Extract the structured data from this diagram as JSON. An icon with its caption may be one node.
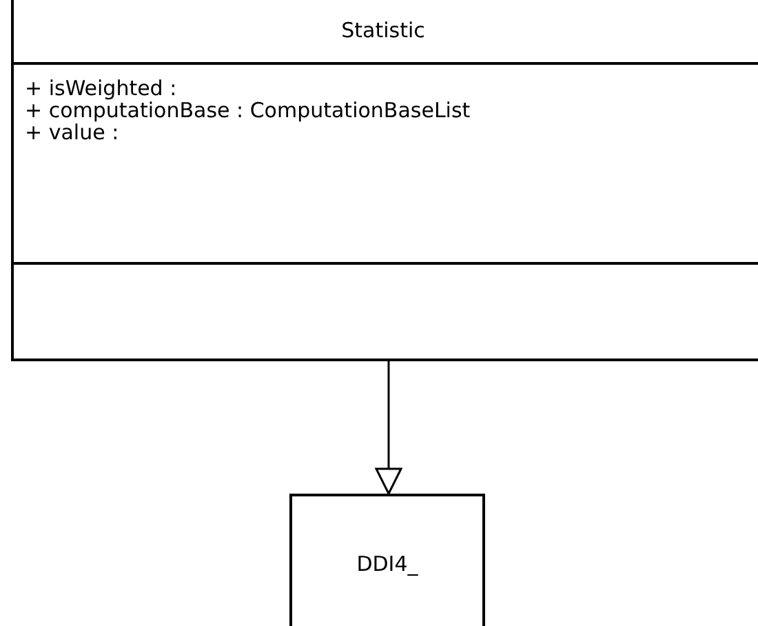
{
  "diagram": {
    "nodes": [
      {
        "text": [
          "Statistic",
          "+ isWeighted :",
          "+ computationBase : ComputationBaseList",
          "+ value :"
        ]
      },
      {
        "text": [
          "DDI4_"
        ]
      }
    ],
    "edges": [
      {
        "from": 0,
        "to": 1,
        "arrow": "to"
      }
    ]
  }
}
